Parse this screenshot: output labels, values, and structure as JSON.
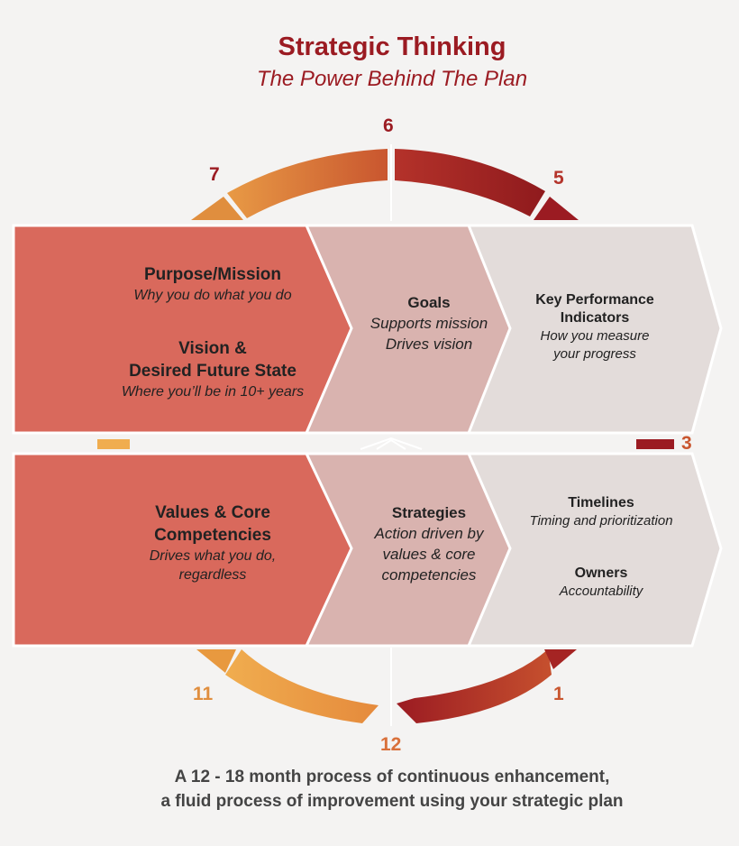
{
  "title": "Strategic Thinking",
  "subtitle": "The Power Behind The Plan",
  "numbers": {
    "n1": "1",
    "n3": "3",
    "n5": "5",
    "n6": "6",
    "n7": "7",
    "n11": "11",
    "n12": "12"
  },
  "top_row": {
    "purpose": {
      "heading": "Purpose/Mission",
      "desc": "Why you do what you do"
    },
    "vision": {
      "heading_line1": "Vision &",
      "heading_line2": "Desired Future State",
      "desc": "Where you’ll be in 10+ years"
    },
    "goals": {
      "heading": "Goals",
      "desc_line1": "Supports mission",
      "desc_line2": "Drives vision"
    },
    "kpi": {
      "heading_line1": "Key Performance",
      "heading_line2": "Indicators",
      "desc_line1": "How you measure",
      "desc_line2": "your progress"
    }
  },
  "bottom_row": {
    "values": {
      "heading_line1": "Values & Core",
      "heading_line2": "Competencies",
      "desc_line1": "Drives what you do,",
      "desc_line2": "regardless"
    },
    "strategies": {
      "heading": "Strategies",
      "desc_line1": "Action driven by",
      "desc_line2": "values & core",
      "desc_line3": "competencies"
    },
    "timelines": {
      "heading": "Timelines",
      "desc": "Timing and prioritization"
    },
    "owners": {
      "heading": "Owners",
      "desc": "Accountability"
    }
  },
  "footer": {
    "line1": "A 12 - 18 month process of continuous enhancement,",
    "line2": "a fluid process of improvement using your strategic plan"
  },
  "colors": {
    "title": "#9b1b22",
    "panel_dark": "#d9695c",
    "panel_mid": "#d9b3af",
    "panel_light": "#e3dcda",
    "ring_orange": "#e7943f",
    "ring_red": "#9b1b22"
  }
}
